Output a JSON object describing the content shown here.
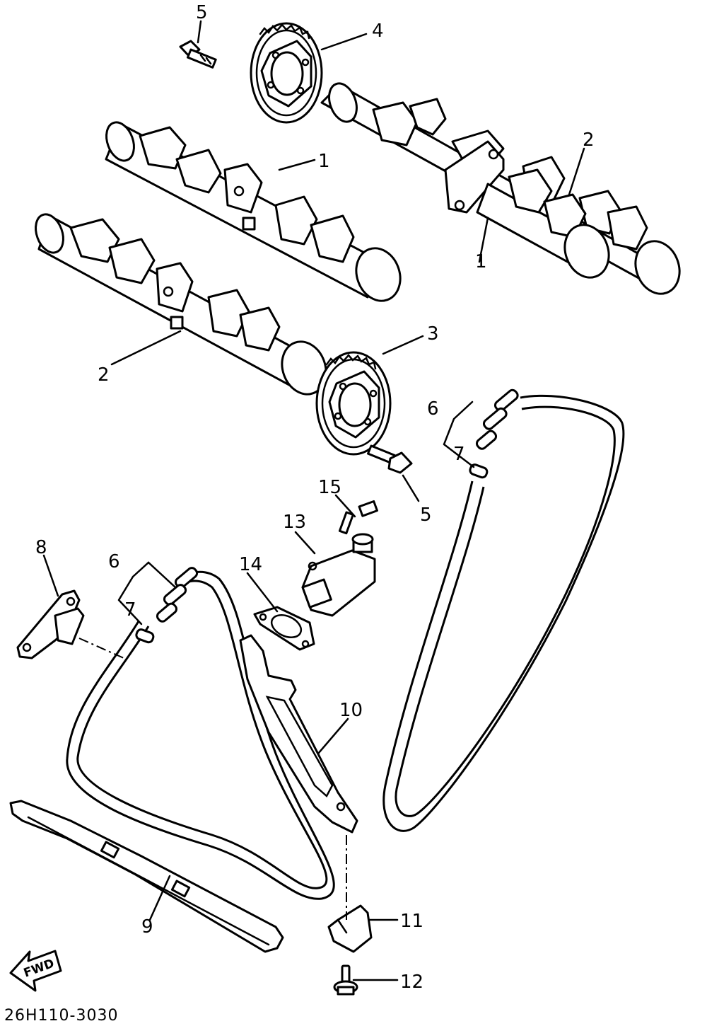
{
  "diagram_code": "26H110-3030",
  "fwd_label": "FWD",
  "callouts": [
    {
      "id": "c5a",
      "text": "5"
    },
    {
      "id": "c4",
      "text": "4"
    },
    {
      "id": "c1a",
      "text": "1"
    },
    {
      "id": "c2a",
      "text": "2"
    },
    {
      "id": "c1b",
      "text": "1"
    },
    {
      "id": "c2b",
      "text": "2"
    },
    {
      "id": "c3",
      "text": "3"
    },
    {
      "id": "c6a",
      "text": "6"
    },
    {
      "id": "c7a",
      "text": "7"
    },
    {
      "id": "c5b",
      "text": "5"
    },
    {
      "id": "c15",
      "text": "15"
    },
    {
      "id": "c13",
      "text": "13"
    },
    {
      "id": "c8",
      "text": "8"
    },
    {
      "id": "c6b",
      "text": "6"
    },
    {
      "id": "c14",
      "text": "14"
    },
    {
      "id": "c7b",
      "text": "7"
    },
    {
      "id": "c10",
      "text": "10"
    },
    {
      "id": "c9",
      "text": "9"
    },
    {
      "id": "c11",
      "text": "11"
    },
    {
      "id": "c12",
      "text": "12"
    }
  ]
}
